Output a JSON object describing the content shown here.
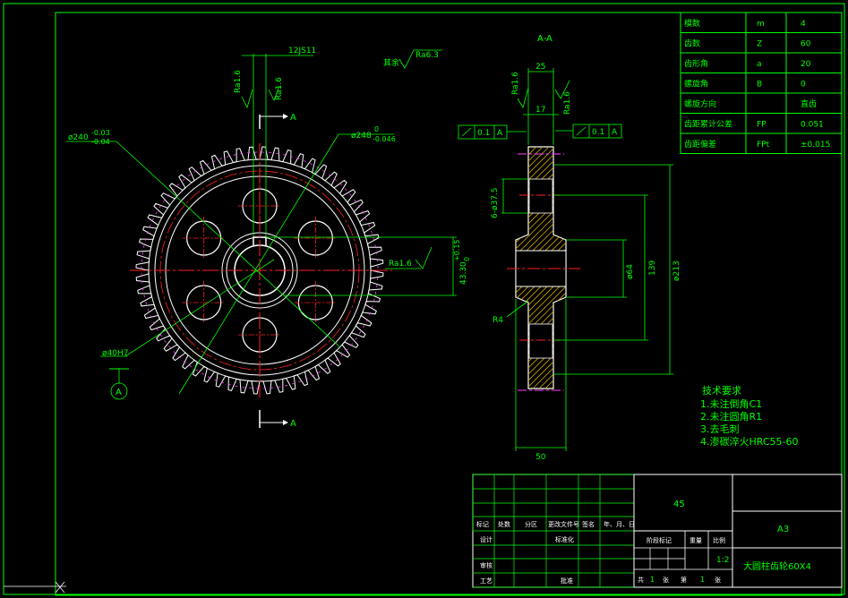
{
  "params_table": {
    "rows": [
      {
        "name": "模数",
        "symbol": "m",
        "value": "4"
      },
      {
        "name": "齿数",
        "symbol": "Z",
        "value": "60"
      },
      {
        "name": "齿形角",
        "symbol": "a",
        "value": "20"
      },
      {
        "name": "螺旋角",
        "symbol": "B",
        "value": "0"
      },
      {
        "name": "螺旋方向",
        "symbol": "",
        "value": "直齿"
      },
      {
        "name": "齿距累计公差",
        "symbol": "FP",
        "value": "0.051"
      },
      {
        "name": "齿距偏差",
        "symbol": "FPt",
        "value": "±0.015"
      }
    ]
  },
  "front_view": {
    "keyway_width": "12JS11",
    "surface_note_prefix": "其余",
    "surface_note_value": "Ra6.3",
    "ra_left": "Ra1.6",
    "ra_right": "Ra1.6",
    "ra_keyway": "Ra1.6",
    "section_marker": "A",
    "dia_tip": "ø240",
    "dia_tip_tol_upper": "-0.03",
    "dia_tip_tol_lower": "-0.04",
    "dia_root": "ø248",
    "dia_root_tol_upper": "0",
    "dia_root_tol_lower": "-0.046",
    "bore": "ø40H7",
    "keyway_depth": "43.30",
    "keyway_depth_tol_upper": "+0.15",
    "keyway_depth_tol_lower": "0",
    "datum": "A"
  },
  "side_view": {
    "title": "A-A",
    "width_top": "25",
    "hub_width": "17",
    "ra_left": "Ra1.6",
    "ra_right": "Ra1.6",
    "tol_left": {
      "value": "0.1",
      "datum": "A"
    },
    "tol_right": {
      "value": "0.1",
      "datum": "A"
    },
    "holes": "6-ø37.5",
    "dim_64": "ø64",
    "dim_139": "139",
    "dim_213": "ø213",
    "fillet": "R4",
    "width_bottom": "50"
  },
  "tech_requirements": {
    "title": "技术要求",
    "items": [
      "1.未注倒角C1",
      "2.未注圆角R1",
      "3.去毛刺",
      "4.渗碳淬火HRC55-60"
    ]
  },
  "title_block": {
    "material": "45",
    "paper_size": "A3",
    "part_name": "大圆柱齿轮60X4",
    "header_labels": [
      "标记",
      "处数",
      "分区",
      "更改文件号",
      "签名",
      "年、月、日"
    ],
    "design_label": "设计",
    "standard_label": "标准化",
    "review_label": "审核",
    "process_label": "工艺",
    "approve_label": "批准",
    "stage_label": "阶段标记",
    "weight_label": "重量",
    "scale_label": "比例",
    "scale_value": "1:2",
    "sheet_total_prefix": "共",
    "sheet_total": "1",
    "sheet_total_unit": "张",
    "sheet_no_prefix": "第",
    "sheet_no": "1",
    "sheet_no_unit": "张"
  },
  "colors": {
    "border": "#00ff00",
    "center": "#ff2020",
    "dim": "#00ff00",
    "part": "#ffffff",
    "hatch": "#c8a000",
    "teeth_hl": "#ff40ff",
    "text": "#00ff00"
  }
}
